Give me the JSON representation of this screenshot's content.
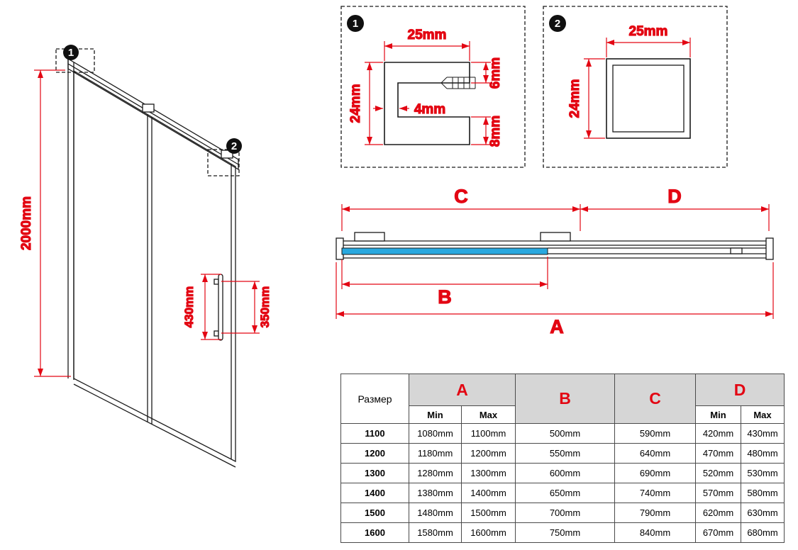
{
  "colors": {
    "dimension_red": "#e30613",
    "line_black": "#1a1a1a",
    "glass_blue": "#29a8df",
    "table_header_grey": "#d6d6d6"
  },
  "door_view": {
    "height": "2000mm",
    "handle_length": "430mm",
    "handle_holes": "350mm",
    "callout_1": "1",
    "callout_2": "2"
  },
  "detail_1": {
    "callout": "1",
    "width": "25mm",
    "height": "24mm",
    "top_wall": "6mm",
    "slot": "4mm",
    "bottom_wall": "8mm"
  },
  "detail_2": {
    "callout": "2",
    "width": "25mm",
    "height": "24mm"
  },
  "plan_view": {
    "dim_a": "A",
    "dim_b": "B",
    "dim_c": "C",
    "dim_d": "D"
  },
  "table": {
    "size_header": "Размер",
    "a": "A",
    "b": "B",
    "c": "C",
    "d": "D",
    "min": "Min",
    "max": "Max",
    "rows": [
      {
        "size": "1100",
        "a_min": "1080mm",
        "a_max": "1100mm",
        "b": "500mm",
        "c": "590mm",
        "d_min": "420mm",
        "d_max": "430mm"
      },
      {
        "size": "1200",
        "a_min": "1180mm",
        "a_max": "1200mm",
        "b": "550mm",
        "c": "640mm",
        "d_min": "470mm",
        "d_max": "480mm"
      },
      {
        "size": "1300",
        "a_min": "1280mm",
        "a_max": "1300mm",
        "b": "600mm",
        "c": "690mm",
        "d_min": "520mm",
        "d_max": "530mm"
      },
      {
        "size": "1400",
        "a_min": "1380mm",
        "a_max": "1400mm",
        "b": "650mm",
        "c": "740mm",
        "d_min": "570mm",
        "d_max": "580mm"
      },
      {
        "size": "1500",
        "a_min": "1480mm",
        "a_max": "1500mm",
        "b": "700mm",
        "c": "790mm",
        "d_min": "620mm",
        "d_max": "630mm"
      },
      {
        "size": "1600",
        "a_min": "1580mm",
        "a_max": "1600mm",
        "b": "750mm",
        "c": "840mm",
        "d_min": "670mm",
        "d_max": "680mm"
      }
    ]
  }
}
